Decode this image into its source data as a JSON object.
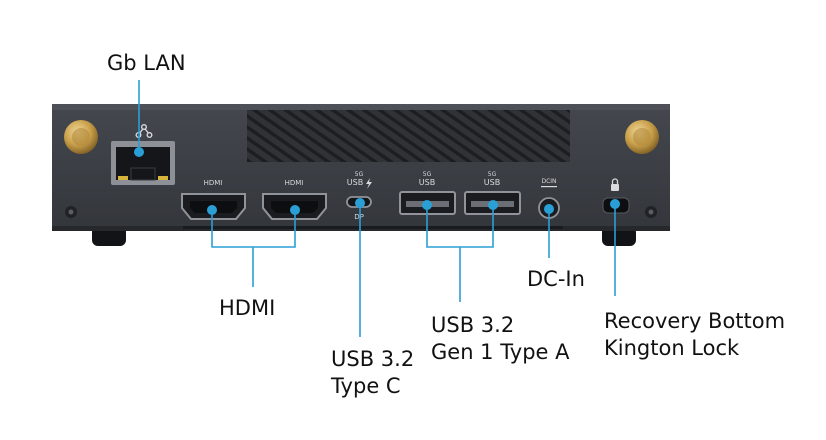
{
  "diagram": {
    "colors": {
      "chassis": "#3b3f44",
      "chassis_dark": "#2a2d31",
      "leader": "#2a9fd6",
      "label_text": "#111111",
      "knob": "#c9a04a"
    },
    "port_markings": {
      "hdmi_left": "HDMI",
      "hdmi_right": "HDMI",
      "usbc_top": "5G",
      "usbc_main": "USB",
      "usbc_bottom": "DP",
      "usba_left_top": "5G",
      "usba_left_main": "USB",
      "usba_right_top": "5G",
      "usba_right_main": "USB",
      "dcin": "DCIN"
    },
    "icons": {
      "lan": "network-icon",
      "lock": "lock-icon",
      "thunderbolt": "lightning-icon"
    },
    "callouts": {
      "gb_lan": "Gb LAN",
      "hdmi": "HDMI",
      "usb_c_line1": "USB 3.2",
      "usb_c_line2": "Type C",
      "usb_a_line1": "USB 3.2",
      "usb_a_line2": "Gen 1 Type A",
      "dc_in": "DC-In",
      "recovery_line1": "Recovery Bottom",
      "recovery_line2": "Kington Lock"
    }
  }
}
